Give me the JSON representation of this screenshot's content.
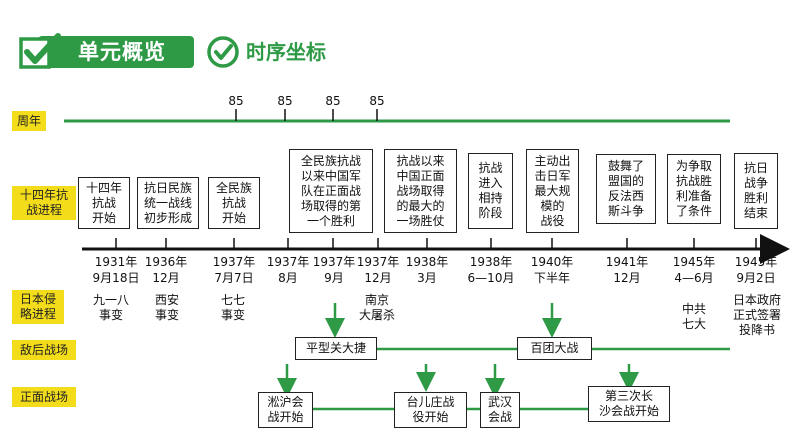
{
  "header": {
    "overview": "单元概览",
    "timeline": "时序坐标"
  },
  "colors": {
    "accent": "#2f9a46",
    "label_bg": "#f3dd1b",
    "arrow": "#2f9a46"
  },
  "rows": {
    "anniversary": "周年",
    "war_progress": "十四年抗\n战进程",
    "japan_aggression": "日本侵\n略进程",
    "enemy_rear": "敌后战场",
    "front": "正面战场"
  },
  "anniversary_marks": [
    "85",
    "85",
    "85",
    "85"
  ],
  "events": [
    {
      "text": "十四年\n抗战\n开始"
    },
    {
      "text": "抗日民族\n统一战线\n初步形成"
    },
    {
      "text": "全民族\n抗战\n开始"
    },
    {
      "text": "全民族抗战\n以来中国军\n队在正面战\n场取得的第\n一个胜利"
    },
    {
      "text": "抗战以来\n中国正面\n战场取得\n的最大的\n一场胜仗"
    },
    {
      "text": "抗战\n进入\n相持\n阶段"
    },
    {
      "text": "主动出\n击日军\n最大规\n模的\n战役"
    },
    {
      "text": "鼓舞了\n盟国的\n反法西\n斯斗争"
    },
    {
      "text": "为争取\n抗战胜\n利准备\n了条件"
    },
    {
      "text": "抗日\n战争\n胜利\n结束"
    }
  ],
  "dates": [
    "1931年\n9月18日",
    "1936年\n12月",
    "1937年\n7月7日",
    "1937年\n8月",
    "1937年\n9月",
    "1937年\n12月",
    "1938年\n3月",
    "1938年\n6—10月",
    "1940年\n下半年",
    "1941年\n12月",
    "1945年\n4—6月",
    "1945年\n9月2日"
  ],
  "aggression": [
    "九一八\n事变",
    "西安\n事变",
    "七七\n事变",
    "南京\n大屠杀",
    "中共\n七大",
    "日本政府\n正式签署\n投降书"
  ],
  "battles": {
    "pingxingguan": "平型关大捷",
    "baituan": "百团大战",
    "songhu": "淞沪会\n战开始",
    "taierzhuang": "台儿庄战\n役开始",
    "wuhan": "武汉\n会战",
    "changsha3": "第三次长\n沙会战开始"
  }
}
